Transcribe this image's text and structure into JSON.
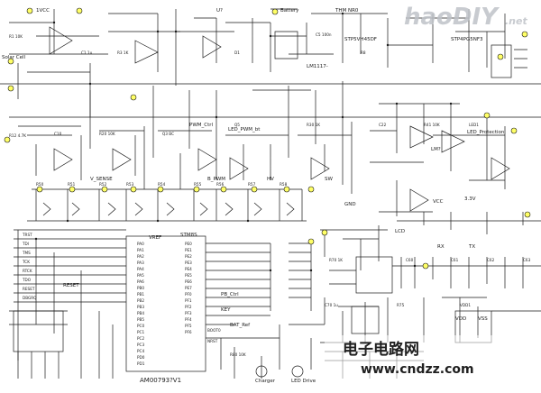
{
  "watermark": {
    "site": "haoDIY",
    "suffix": ".net"
  },
  "footer": {
    "brand_cn": "电子电路网",
    "url": "www.cndzz.com"
  },
  "chip": {
    "name": "AM00793?V1"
  },
  "labels": {
    "top_left": "1VCC",
    "u1": "U?",
    "batt": "Battery",
    "thermistor": "THM NR0",
    "mosfet1": "STP5VH45DF",
    "mosfet2": "STP4PG5NF3",
    "regulator": "LM1117-",
    "solar": "Solar Cell",
    "led_pwm": "LED_PWM_bt",
    "pwm_ctrl": "PWM_Ctrl",
    "led_protect": "LED_Protection",
    "lm": "LM?",
    "supply": "3.3V",
    "gnd": "GND",
    "lcd": "LCD",
    "vref": "VREF",
    "charger": "Charger",
    "led_drive": "LED Drive",
    "b_pwm": "B_PWM",
    "vsense": "V_SENSE",
    "hv": "HV",
    "dd_sw": "SW",
    "pb_ctrl": "PB_Ctrl",
    "key": "KEY",
    "reset": "RESET",
    "vcc": "VCC",
    "stm": "STM8S",
    "bat_ref": "BAT_Ref",
    "vdd": "VDD",
    "vss": "VSS",
    "rx": "RX",
    "tx": "TX"
  },
  "colors": {
    "ink": "#1a1a1a",
    "accent_yellow": "#ffff66",
    "watermark_gray": "#bfc3c8",
    "footer_ink": "#202020"
  }
}
